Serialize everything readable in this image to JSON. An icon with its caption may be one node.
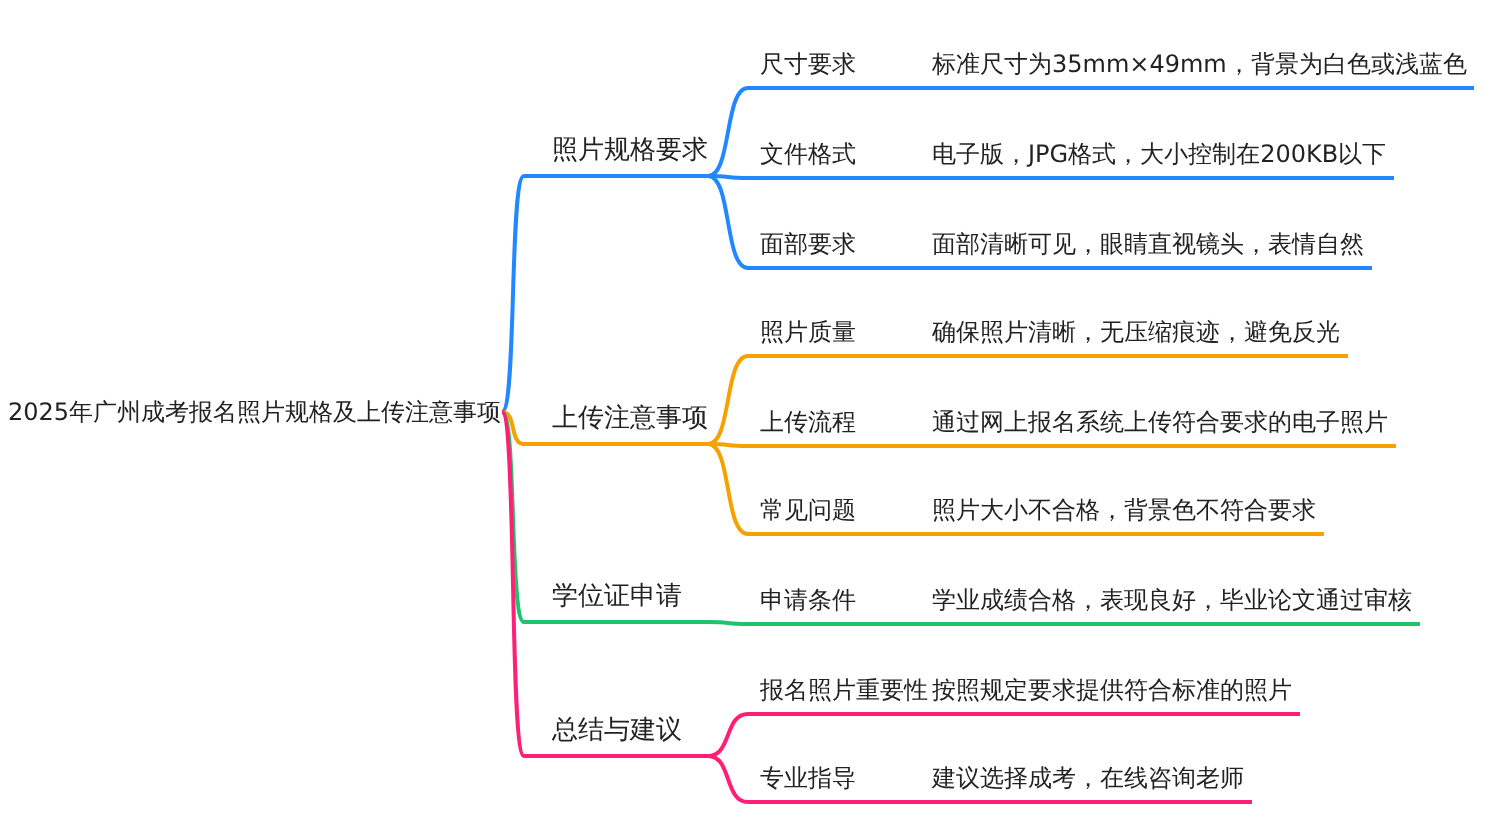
{
  "diagram": {
    "nodes": [
      {
        "text": [
          "2025年广州成考报名照片规格及上传注意事项"
        ]
      },
      {
        "text": [
          "照片规格要求"
        ]
      },
      {
        "text": [
          "尺寸要求",
          "标准尺寸为35mm×49mm，背景为白色或浅蓝色"
        ]
      },
      {
        "text": [
          "文件格式",
          "电子版，JPG格式，大小控制在200KB以下"
        ]
      },
      {
        "text": [
          "面部要求",
          "面部清晰可见，眼睛直视镜头，表情自然"
        ]
      },
      {
        "text": [
          "上传注意事项"
        ]
      },
      {
        "text": [
          "照片质量",
          "确保照片清晰，无压缩痕迹，避免反光"
        ]
      },
      {
        "text": [
          "上传流程",
          "通过网上报名系统上传符合要求的电子照片"
        ]
      },
      {
        "text": [
          "常见问题",
          "照片大小不合格，背景色不符合要求"
        ]
      },
      {
        "text": [
          "学位证申请"
        ]
      },
      {
        "text": [
          "申请条件",
          "学业成绩合格，表现良好，毕业论文通过审核"
        ]
      },
      {
        "text": [
          "总结与建议"
        ]
      },
      {
        "text": [
          "报名照片重要性",
          "按照规定要求提供符合标准的照片"
        ]
      },
      {
        "text": [
          "专业指导",
          "建议选择成考，在线咨询老师"
        ]
      }
    ],
    "edges": [
      {
        "from": 0,
        "to": 1,
        "arrow": "none",
        "color": "#2288ff"
      },
      {
        "from": 0,
        "to": 5,
        "arrow": "none",
        "color": "#f5a200"
      },
      {
        "from": 0,
        "to": 9,
        "arrow": "none",
        "color": "#1dc46b"
      },
      {
        "from": 0,
        "to": 11,
        "arrow": "none",
        "color": "#ff1f77"
      },
      {
        "from": 1,
        "to": 2,
        "arrow": "none",
        "color": "#2288ff"
      },
      {
        "from": 1,
        "to": 3,
        "arrow": "none",
        "color": "#2288ff"
      },
      {
        "from": 1,
        "to": 4,
        "arrow": "none",
        "color": "#2288ff"
      },
      {
        "from": 5,
        "to": 6,
        "arrow": "none",
        "color": "#f5a200"
      },
      {
        "from": 5,
        "to": 7,
        "arrow": "none",
        "color": "#f5a200"
      },
      {
        "from": 5,
        "to": 8,
        "arrow": "none",
        "color": "#f5a200"
      },
      {
        "from": 9,
        "to": 10,
        "arrow": "none",
        "color": "#1dc46b"
      },
      {
        "from": 11,
        "to": 12,
        "arrow": "none",
        "color": "#ff1f77"
      },
      {
        "from": 11,
        "to": 13,
        "arrow": "none",
        "color": "#ff1f77"
      }
    ]
  }
}
